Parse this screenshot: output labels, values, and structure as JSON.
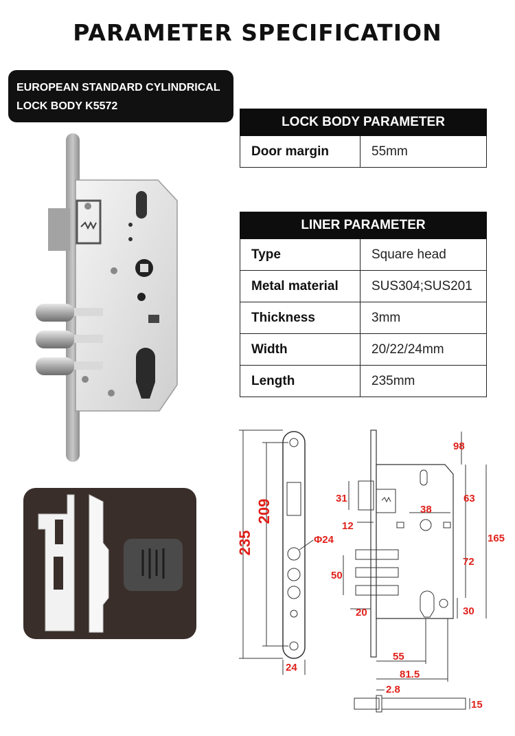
{
  "title": "PARAMETER SPECIFICATION",
  "badge": {
    "line1": "EUROPEAN STANDARD CYLINDRICAL",
    "line2": "LOCK BODY  K5572"
  },
  "lock_body_table": {
    "header": "LOCK BODY PARAMETER",
    "rows": [
      {
        "key": "Door margin",
        "value": "55mm"
      }
    ]
  },
  "liner_table": {
    "header": "LINER PARAMETER",
    "rows": [
      {
        "key": "Type",
        "value": "Square head"
      },
      {
        "key": "Metal material",
        "value": "SUS304;SUS201"
      },
      {
        "key": "Thickness",
        "value": "3mm"
      },
      {
        "key": "Width",
        "value": "20/22/24mm"
      },
      {
        "key": "Length",
        "value": "235mm"
      }
    ]
  },
  "dimensions": {
    "d235": "235",
    "d209": "209",
    "d24dia": "Φ24",
    "d24": "24",
    "d98": "98",
    "d31": "31",
    "d63": "63",
    "d38": "38",
    "d12": "12",
    "d165": "165",
    "d72": "72",
    "d50": "50",
    "d30": "30",
    "d20": "20",
    "d55": "55",
    "d81_5": "81.5",
    "d2_8": "2.8",
    "d15": "15"
  },
  "colors": {
    "dimension_red": "#e0201a",
    "table_header": "#0d0d0d"
  }
}
